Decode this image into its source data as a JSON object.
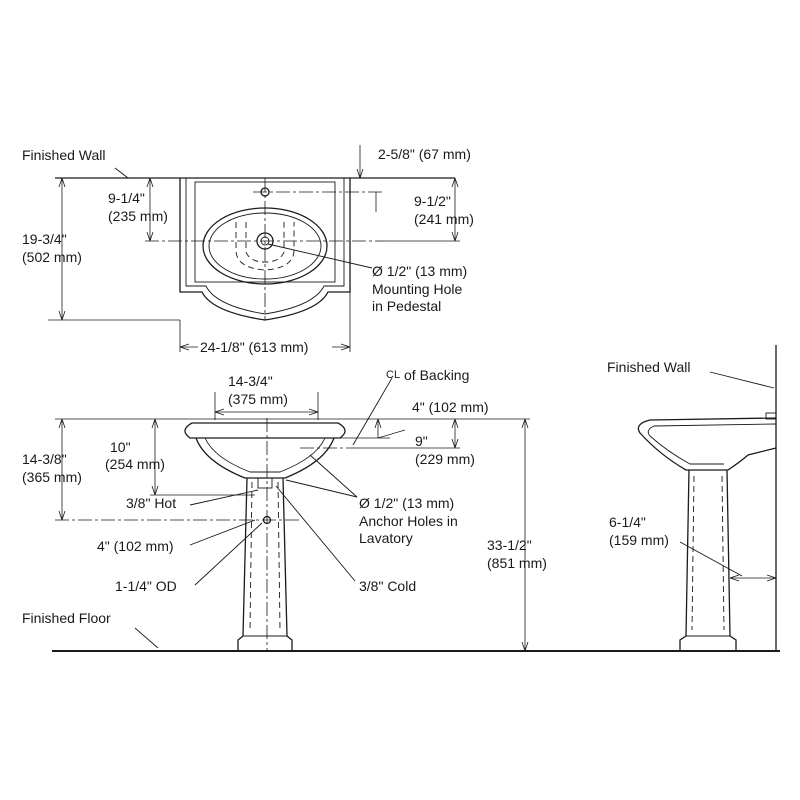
{
  "top_view": {
    "finished_wall": "Finished Wall",
    "wall_offset": "2-5/8\" (67 mm)",
    "hole_depth_in": "9-1/4\"",
    "hole_depth_mm": "(235 mm)",
    "back_depth_in": "9-1/2\"",
    "back_depth_mm": "(241 mm)",
    "overall_depth_in": "19-3/4\"",
    "overall_depth_mm": "(502 mm)",
    "mount_hole_line1": "Ø 1/2\" (13 mm)",
    "mount_hole_line2": "Mounting Hole",
    "mount_hole_line3": "in Pedestal",
    "overall_width": "24-1/8\" (613 mm)"
  },
  "front_view": {
    "bowl_width_in": "14-3/4\"",
    "bowl_width_mm": "(375 mm)",
    "centerline": "CL",
    "centerline_text": "of Backing",
    "backing_in": "4\" (102 mm)",
    "rim_drop_in": "10\"",
    "rim_drop_mm": "(254 mm)",
    "supply_drop_in": "14-3/8\"",
    "supply_drop_mm": "(365 mm)",
    "anchor_drop_in": "9\"",
    "anchor_drop_mm": "(229 mm)",
    "hot": "3/8\" Hot",
    "anchor_line1": "Ø 1/2\" (13 mm)",
    "anchor_line2": "Anchor Holes in",
    "anchor_line3": "Lavatory",
    "supply_spacing": "4\" (102 mm)",
    "drain_od": "1-1/4\" OD",
    "cold": "3/8\" Cold",
    "height_in": "33-1/2\"",
    "height_mm": "(851 mm)",
    "finished_floor": "Finished Floor"
  },
  "side_view": {
    "finished_wall": "Finished Wall",
    "ped_offset_in": "6-1/4\"",
    "ped_offset_mm": "(159 mm)"
  }
}
